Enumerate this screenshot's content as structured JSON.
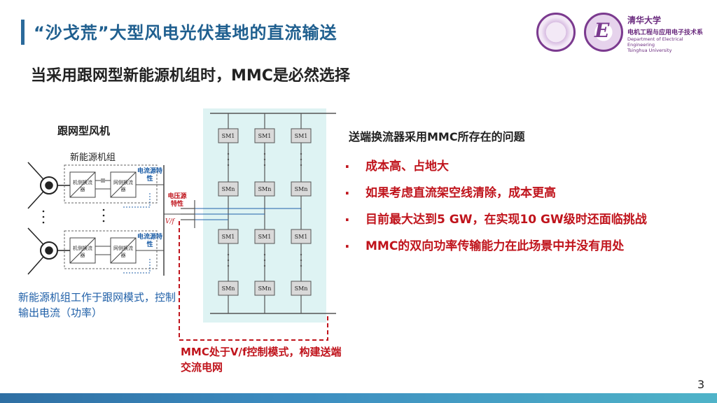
{
  "header": {
    "title": "“沙戈荒”大型风电光伏基地的直流输送",
    "subtitle": "当采用跟网型新能源机组时，MMC是必然选择"
  },
  "logos": {
    "seal2_glyph": "E",
    "dept_cn": "清华大学",
    "dept_cn2": "电机工程与应用电子技术系",
    "dept_en1": "Department of Electrical Engineering",
    "dept_en2": "Tsinghua University"
  },
  "figure": {
    "wind_label": "跟网型风机",
    "unit_label": "新能源机组",
    "conv_machine": "机侧换流器",
    "conv_grid": "网侧换流器",
    "current_source_1": "电流源特性",
    "current_source_2": "电流源特性",
    "voltage_source": "电压源特性",
    "vf_label": "V/f",
    "sm1": "SM1",
    "smn": "SMn",
    "blue_note": "新能源机组工作于跟网模式，控制输出电流（功率）",
    "red_note": "MMC处于V/f控制模式，构建送端交流电网"
  },
  "right_panel": {
    "heading": "送端换流器采用MMC所存在的问题",
    "bullets": [
      "成本高、占地大",
      "如果考虑直流架空线清除，成本更高",
      "目前最大达到5 GW，在实现10 GW级时还面临挑战",
      "MMC的双向功率传输能力在此场景中并没有用处"
    ]
  },
  "footer": {
    "page_number": "3"
  },
  "colors": {
    "accent_blue": "#1f5f8f",
    "red": "#c0141c",
    "note_blue": "#2060a8",
    "mmc_bg": "#def3f3"
  }
}
